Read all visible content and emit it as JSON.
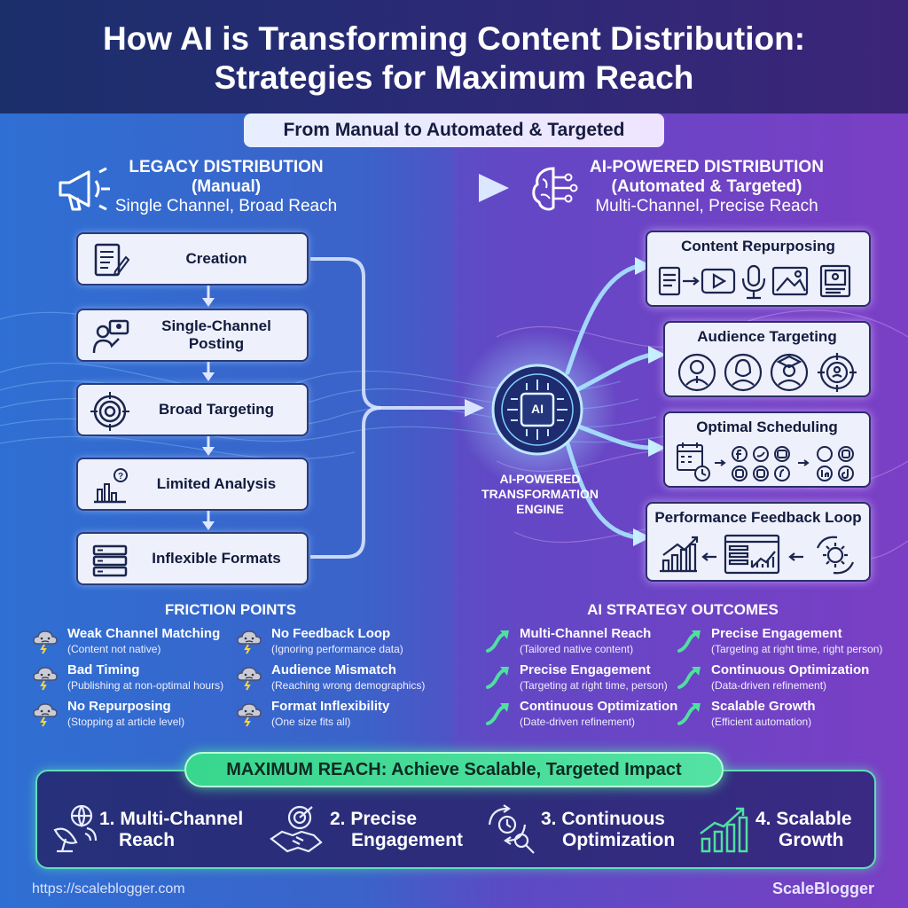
{
  "title_line1": "How AI is Transforming Content Distribution:",
  "title_line2": "Strategies for Maximum Reach",
  "subtitle": "From Manual to Automated & Targeted",
  "legacy": {
    "title": "LEGACY DISTRIBUTION",
    "mode": "(Manual)",
    "desc": "Single Channel, Broad Reach",
    "steps": [
      {
        "line1": "Creation",
        "line2": "",
        "icon": "document-pen-icon"
      },
      {
        "line1": "Single-Channel",
        "line2": "Posting",
        "icon": "presenter-icon"
      },
      {
        "line1": "Broad Targeting",
        "line2": "",
        "icon": "target-icon"
      },
      {
        "line1": "Limited Analysis",
        "line2": "",
        "icon": "bar-chart-question-icon"
      },
      {
        "line1": "Inflexible Formats",
        "line2": "",
        "icon": "stacked-blocks-icon"
      }
    ]
  },
  "ai": {
    "title": "AI-POWERED DISTRIBUTION",
    "mode": "(Automated & Targeted)",
    "desc": "Multi-Channel, Precise Reach",
    "engine_label_1": "AI-POWERED",
    "engine_label_2": "TRANSFORMATION",
    "engine_label_3": "ENGINE",
    "engine_chip": "AI",
    "strategies": [
      {
        "title": "Content Repurposing"
      },
      {
        "title": "Audience Targeting"
      },
      {
        "title": "Optimal Scheduling"
      },
      {
        "title": "Performance Feedback Loop"
      }
    ]
  },
  "friction": {
    "title": "FRICTION POINTS",
    "items": [
      {
        "title": "Weak Channel Matching",
        "sub": "(Content not native)"
      },
      {
        "title": "No Feedback Loop",
        "sub": "(Ignoring performance data)"
      },
      {
        "title": "Bad Timing",
        "sub": "(Publishing at non-optimal hours)"
      },
      {
        "title": "Audience Mismatch",
        "sub": "(Reaching wrong demographics)"
      },
      {
        "title": "No Repurposing",
        "sub": "(Stopping at article level)"
      },
      {
        "title": "Format Inflexibility",
        "sub": "(One size fits all)"
      }
    ]
  },
  "outcomes": {
    "title": "AI STRATEGY OUTCOMES",
    "items": [
      {
        "title": "Multi-Channel Reach",
        "sub": "(Tailored native content)"
      },
      {
        "title": "Precise Engagement",
        "sub": "(Targeting at right time, right person)"
      },
      {
        "title": "Precise Engagement",
        "sub": "(Targeting at right time, person)"
      },
      {
        "title": "Continuous Optimization",
        "sub": "(Data-driven refinement)"
      },
      {
        "title": "Continuous Optimization",
        "sub": "(Date-driven refinement)"
      },
      {
        "title": "Scalable Growth",
        "sub": "(Efficient automation)"
      }
    ]
  },
  "maximum": {
    "banner": "MAXIMUM REACH: Achieve Scalable, Targeted Impact",
    "steps": [
      {
        "l1": "1. Multi-Channel",
        "l2": "Reach",
        "icon": "satellite-globe-icon"
      },
      {
        "l1": "2. Precise",
        "l2": "Engagement",
        "icon": "handshake-target-icon"
      },
      {
        "l1": "3. Continuous",
        "l2": "Optimization",
        "icon": "magnifier-cycle-icon"
      },
      {
        "l1": "4. Scalable",
        "l2": "Growth",
        "icon": "growth-chart-icon"
      }
    ]
  },
  "footer": {
    "url": "https://scaleblogger.com",
    "brand": "ScaleBlogger"
  },
  "colors": {
    "accent_green": "#4fe0a0",
    "left_bg": "#2f6fd3",
    "right_bg": "#7a3fc4",
    "box_bg": "#eef1fb",
    "box_border": "#2c3b7a"
  }
}
